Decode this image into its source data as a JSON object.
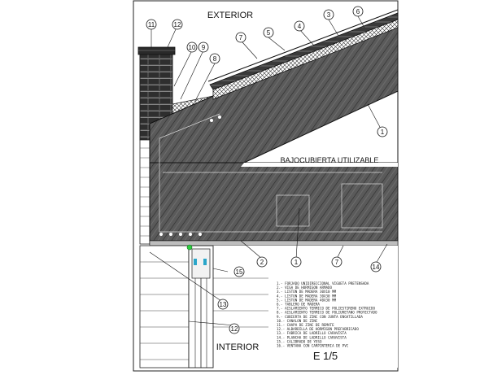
{
  "labels": {
    "exterior": "EXTERIOR",
    "bajocubierta": "BAJOCUBIERTA UTILIZABLE",
    "interior": "INTERIOR",
    "scale": "E   1/5"
  },
  "callouts": [
    "11",
    "12",
    "10",
    "9",
    "8",
    "7",
    "5",
    "4",
    "3",
    "6",
    "1",
    "2",
    "1",
    "7",
    "14",
    "15",
    "13",
    "12"
  ],
  "legend": [
    "1.- FORJADO UNIDIRECCIONAL VIGUETA PRETENSADA",
    "2.- VIGA DE HORMIGON ARMADO",
    "3.- LISTON DE MADERA 30X10 MM",
    "4.- LISTON DE MADERA 30X30 MM",
    "5.- LISTON DE MADERA 40X30 MM",
    "6.- TABLERO DE MADERA",
    "7.- AISLAMIENTO TERMICO DE POLIESTIRENO EXTRUIDO",
    "8.- AISLAMIENTO TERMICO DE POLIURETANO PROYECTADO",
    "9.- CUBIERTA DE ZINC CON JUNTA ENGATILLADA",
    "10.- CANALON DE ZINC",
    "11.- CHAPA DE ZINC DE REMATE",
    "12.- ALBARDILLA DE HORMIGON PREFABRICADO",
    "13.- FABRICA DE LADRILLO CARAVISTA",
    "14.- PLANCHA DE LADRILLO CARAVISTA",
    "15.- CALIBRADO DE YESO",
    "16.- VENTANA CON CARPINTERIA DE PVC"
  ]
}
